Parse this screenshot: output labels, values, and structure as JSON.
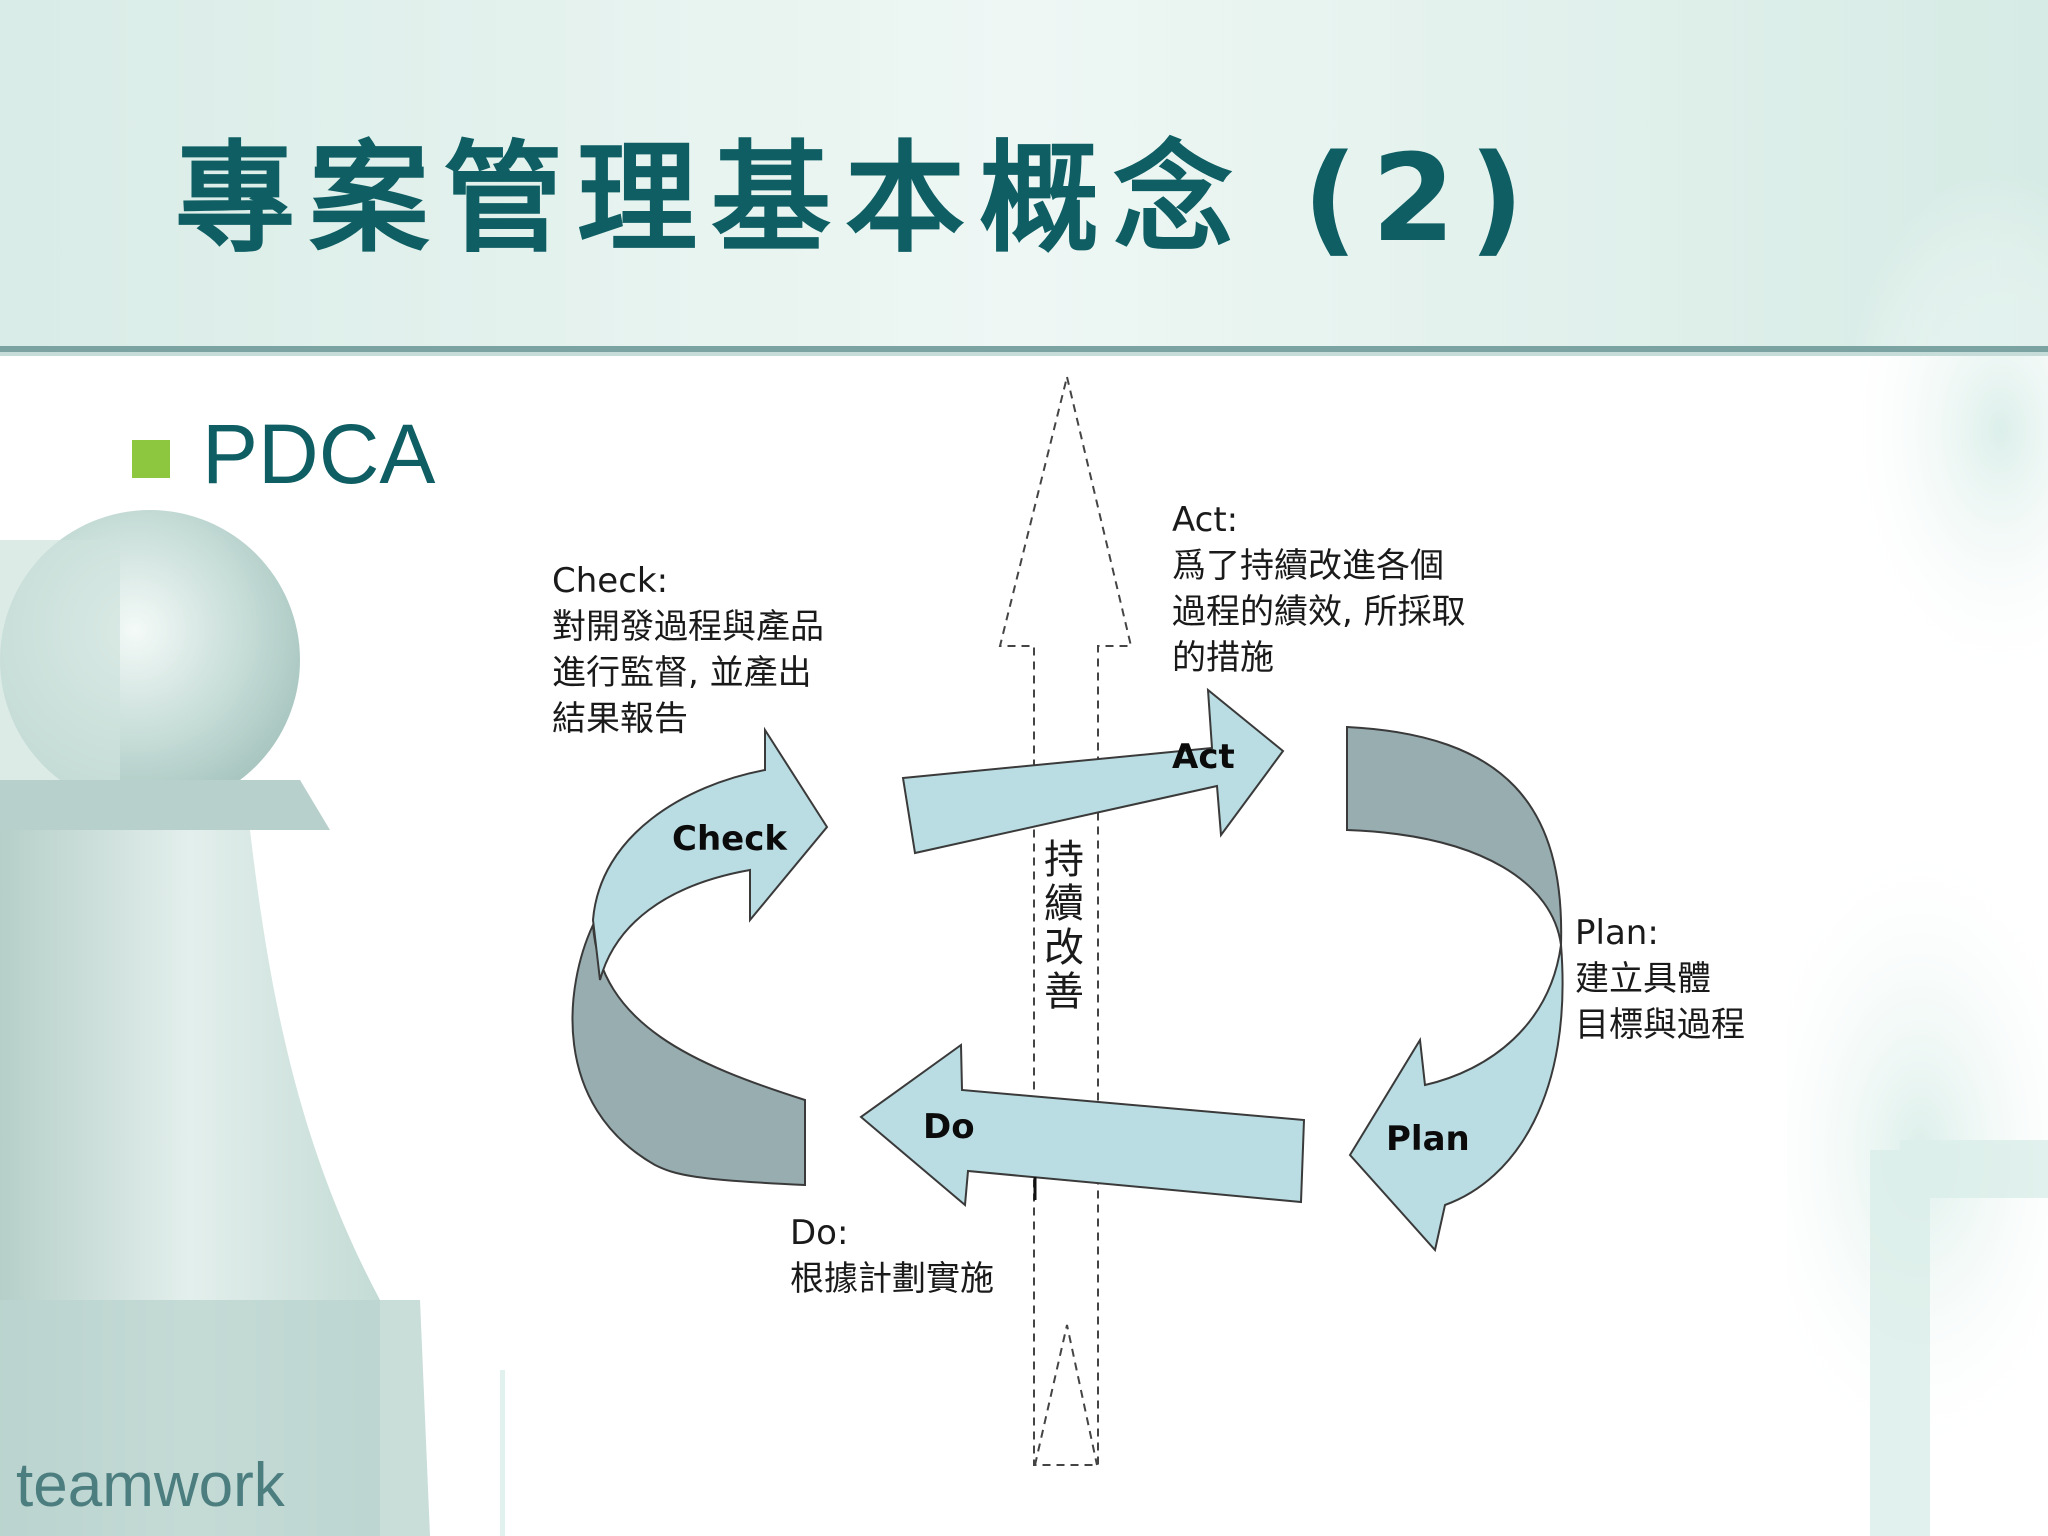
{
  "slide": {
    "title": "專案管理基本概念 (2)",
    "bullet": "PDCA",
    "footer": "teamwork"
  },
  "colors": {
    "title": "#0e5e63",
    "bullet": "#8dc63f",
    "arrow_fill": "#b9dde3",
    "arrow_dark": "#97adb0",
    "background_tint": "#e4f2ef"
  },
  "diagram": {
    "center_label": [
      "持",
      "續",
      "改",
      "善"
    ],
    "arrows": {
      "check": "Check",
      "act": "Act",
      "plan": "Plan",
      "do": "Do"
    },
    "annotations": {
      "check": {
        "heading": "Check:",
        "lines": [
          "對開發過程與產品",
          "進行監督, 並產出",
          "結果報告"
        ]
      },
      "act": {
        "heading": "Act:",
        "lines": [
          "爲了持續改進各個",
          "過程的績效, 所採取",
          "的措施"
        ]
      },
      "plan": {
        "heading": "Plan:",
        "lines": [
          "建立具體",
          "目標與過程"
        ]
      },
      "do": {
        "heading": "Do:",
        "lines": [
          "根據計劃實施"
        ]
      }
    }
  }
}
